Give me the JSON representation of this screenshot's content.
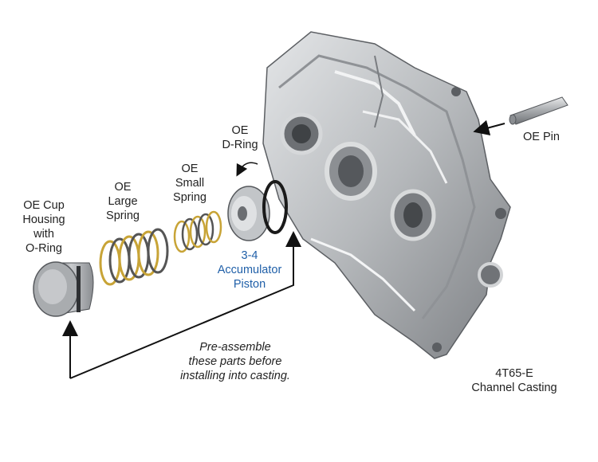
{
  "labels": {
    "oe_pin": "OE Pin",
    "oe_dring": [
      "OE",
      "D-Ring"
    ],
    "oe_small_spring": [
      "OE",
      "Small",
      "Spring"
    ],
    "oe_large_spring": [
      "OE",
      "Large",
      "Spring"
    ],
    "oe_cup_housing": [
      "OE Cup",
      "Housing",
      "with",
      "O-Ring"
    ],
    "piston": [
      "3-4",
      "Accumulator",
      "Piston"
    ],
    "note": [
      "Pre-assemble",
      "these parts before",
      "installing into casting."
    ],
    "casting": [
      "4T65-E",
      "Channel Casting"
    ]
  },
  "colors": {
    "text": "#222222",
    "piston_text": "#1f5fa8",
    "spring_gold": "#c8a437",
    "spring_dark": "#555555",
    "metal": "#b9bcbf"
  }
}
